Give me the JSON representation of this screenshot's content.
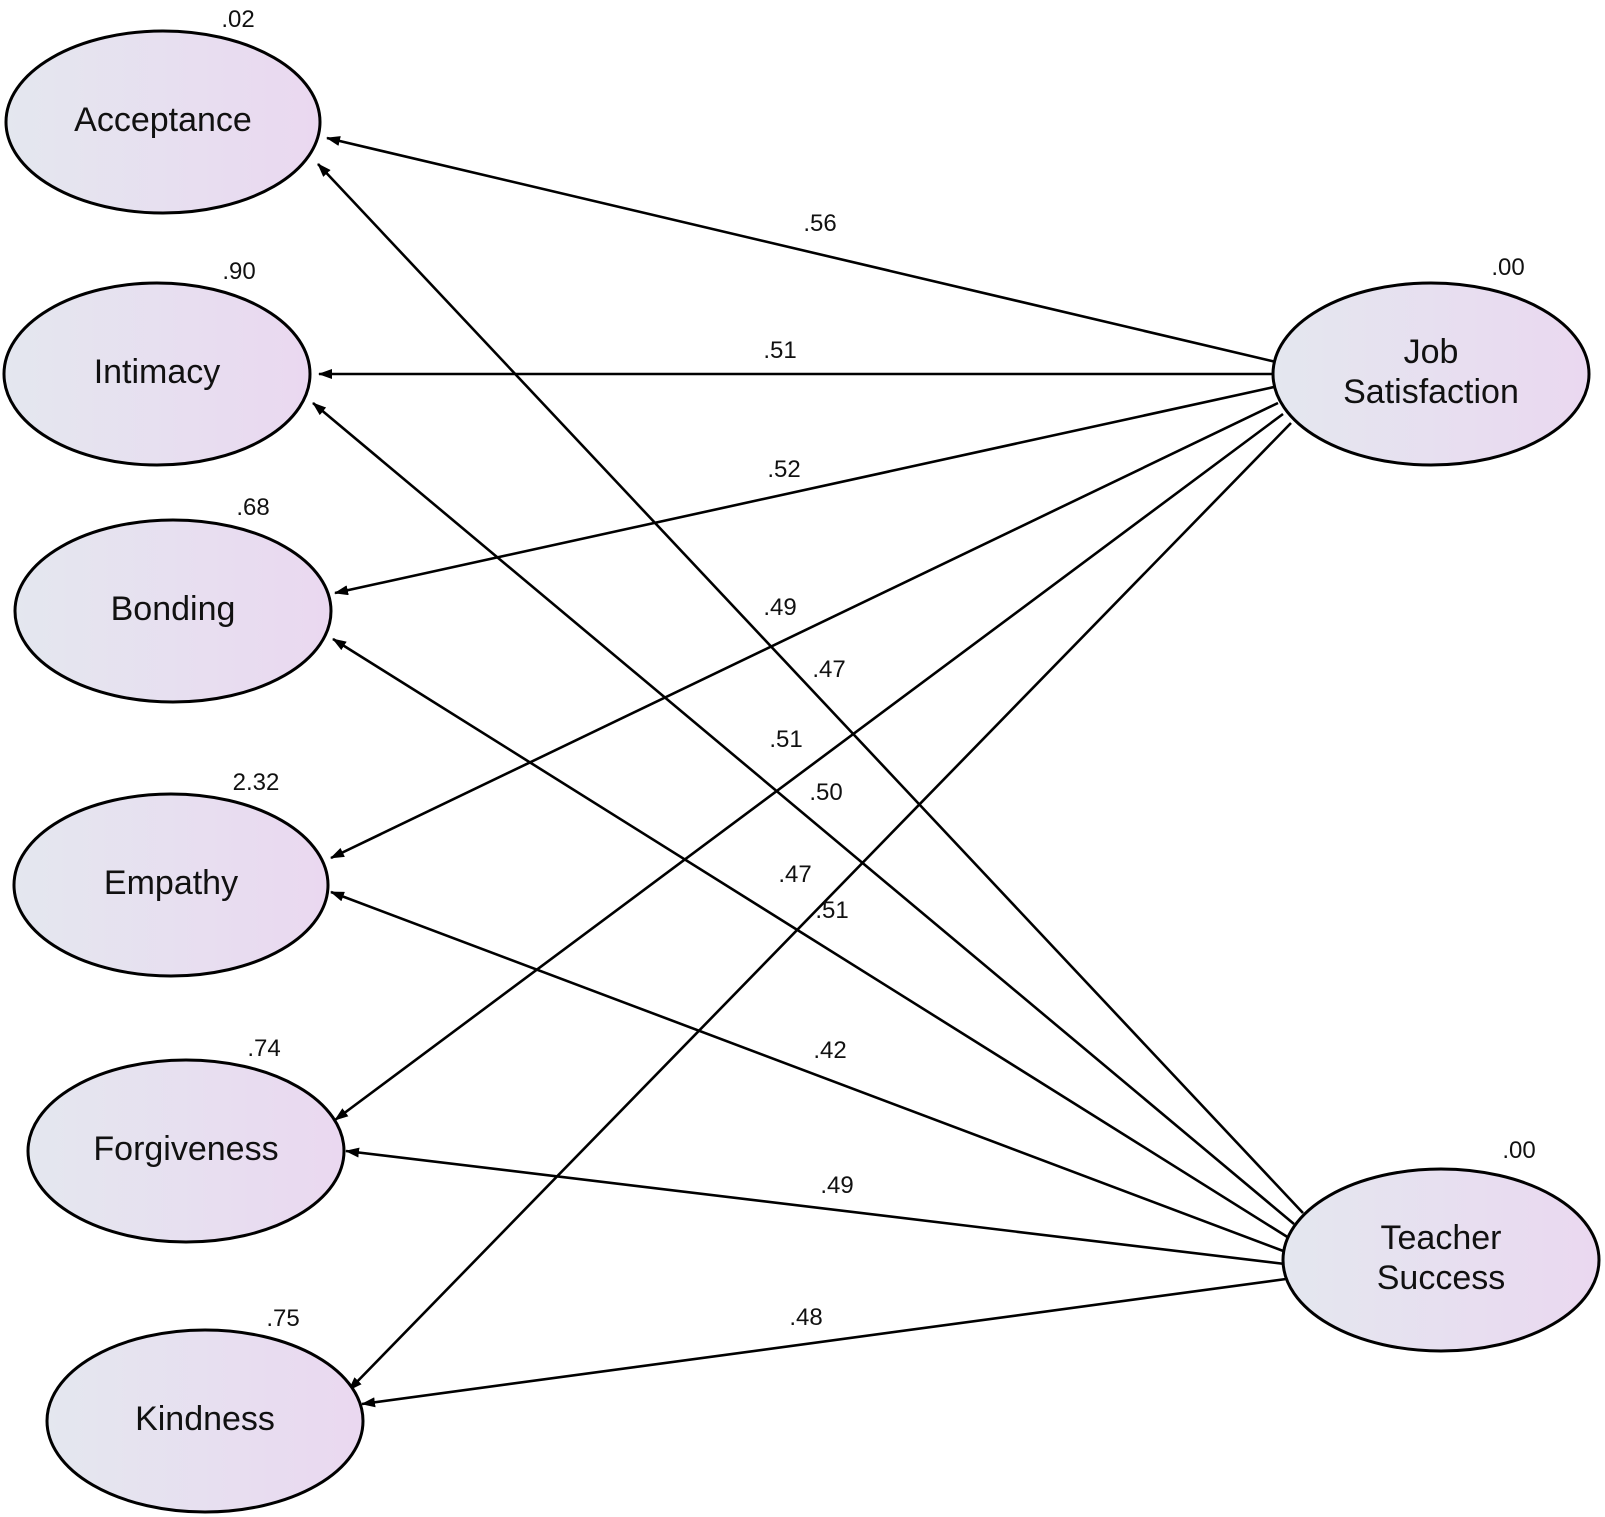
{
  "diagram": {
    "colors": {
      "node_fill_left": "#e4e7ef",
      "node_fill_right": "#ead8f0",
      "stroke": "#000000",
      "text": "#111111"
    },
    "nodes": [
      {
        "id": "acceptance",
        "label": [
          "Acceptance"
        ],
        "variance": ".02"
      },
      {
        "id": "intimacy",
        "label": [
          "Intimacy"
        ],
        "variance": ".90"
      },
      {
        "id": "bonding",
        "label": [
          "Bonding"
        ],
        "variance": ".68"
      },
      {
        "id": "empathy",
        "label": [
          "Empathy"
        ],
        "variance": "2.32"
      },
      {
        "id": "forgiveness",
        "label": [
          "Forgiveness"
        ],
        "variance": ".74"
      },
      {
        "id": "kindness",
        "label": [
          "Kindness"
        ],
        "variance": ".75"
      },
      {
        "id": "job-satisfaction",
        "label": [
          "Job",
          "Satisfaction"
        ],
        "variance": ".00"
      },
      {
        "id": "teacher-success",
        "label": [
          "Teacher",
          "Success"
        ],
        "variance": ".00"
      }
    ],
    "edges": [
      {
        "from": "job-satisfaction",
        "to": "acceptance",
        "weight": ".56"
      },
      {
        "from": "job-satisfaction",
        "to": "intimacy",
        "weight": ".51"
      },
      {
        "from": "job-satisfaction",
        "to": "bonding",
        "weight": ".52"
      },
      {
        "from": "job-satisfaction",
        "to": "empathy",
        "weight": ".49"
      },
      {
        "from": "job-satisfaction",
        "to": "forgiveness",
        "weight": ".51"
      },
      {
        "from": "job-satisfaction",
        "to": "kindness",
        "weight": ".51"
      },
      {
        "from": "teacher-success",
        "to": "acceptance",
        "weight": ".47"
      },
      {
        "from": "teacher-success",
        "to": "intimacy",
        "weight": ".50"
      },
      {
        "from": "teacher-success",
        "to": "bonding",
        "weight": ".47"
      },
      {
        "from": "teacher-success",
        "to": "empathy",
        "weight": ".42"
      },
      {
        "from": "teacher-success",
        "to": "forgiveness",
        "weight": ".49"
      },
      {
        "from": "teacher-success",
        "to": "kindness",
        "weight": ".48"
      }
    ]
  }
}
